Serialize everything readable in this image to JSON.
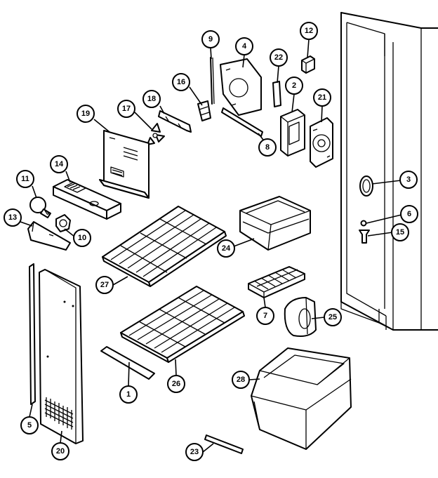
{
  "callouts": [
    {
      "id": "c1",
      "label": "1"
    },
    {
      "id": "c2",
      "label": "2"
    },
    {
      "id": "c3",
      "label": "3"
    },
    {
      "id": "c4",
      "label": "4"
    },
    {
      "id": "c5",
      "label": "5"
    },
    {
      "id": "c6",
      "label": "6"
    },
    {
      "id": "c7",
      "label": "7"
    },
    {
      "id": "c8",
      "label": "8"
    },
    {
      "id": "c9",
      "label": "9"
    },
    {
      "id": "c10",
      "label": "10"
    },
    {
      "id": "c11",
      "label": "11"
    },
    {
      "id": "c12",
      "label": "12"
    },
    {
      "id": "c13",
      "label": "13"
    },
    {
      "id": "c14",
      "label": "14"
    },
    {
      "id": "c15",
      "label": "15"
    },
    {
      "id": "c16",
      "label": "16"
    },
    {
      "id": "c17",
      "label": "17"
    },
    {
      "id": "c18",
      "label": "18"
    },
    {
      "id": "c19",
      "label": "19"
    },
    {
      "id": "c20",
      "label": "20"
    },
    {
      "id": "c21",
      "label": "21"
    },
    {
      "id": "c22",
      "label": "22"
    },
    {
      "id": "c23",
      "label": "23"
    },
    {
      "id": "c24",
      "label": "24"
    },
    {
      "id": "c25",
      "label": "25"
    },
    {
      "id": "c26",
      "label": "26"
    },
    {
      "id": "c27",
      "label": "27"
    },
    {
      "id": "c28",
      "label": "28"
    }
  ]
}
